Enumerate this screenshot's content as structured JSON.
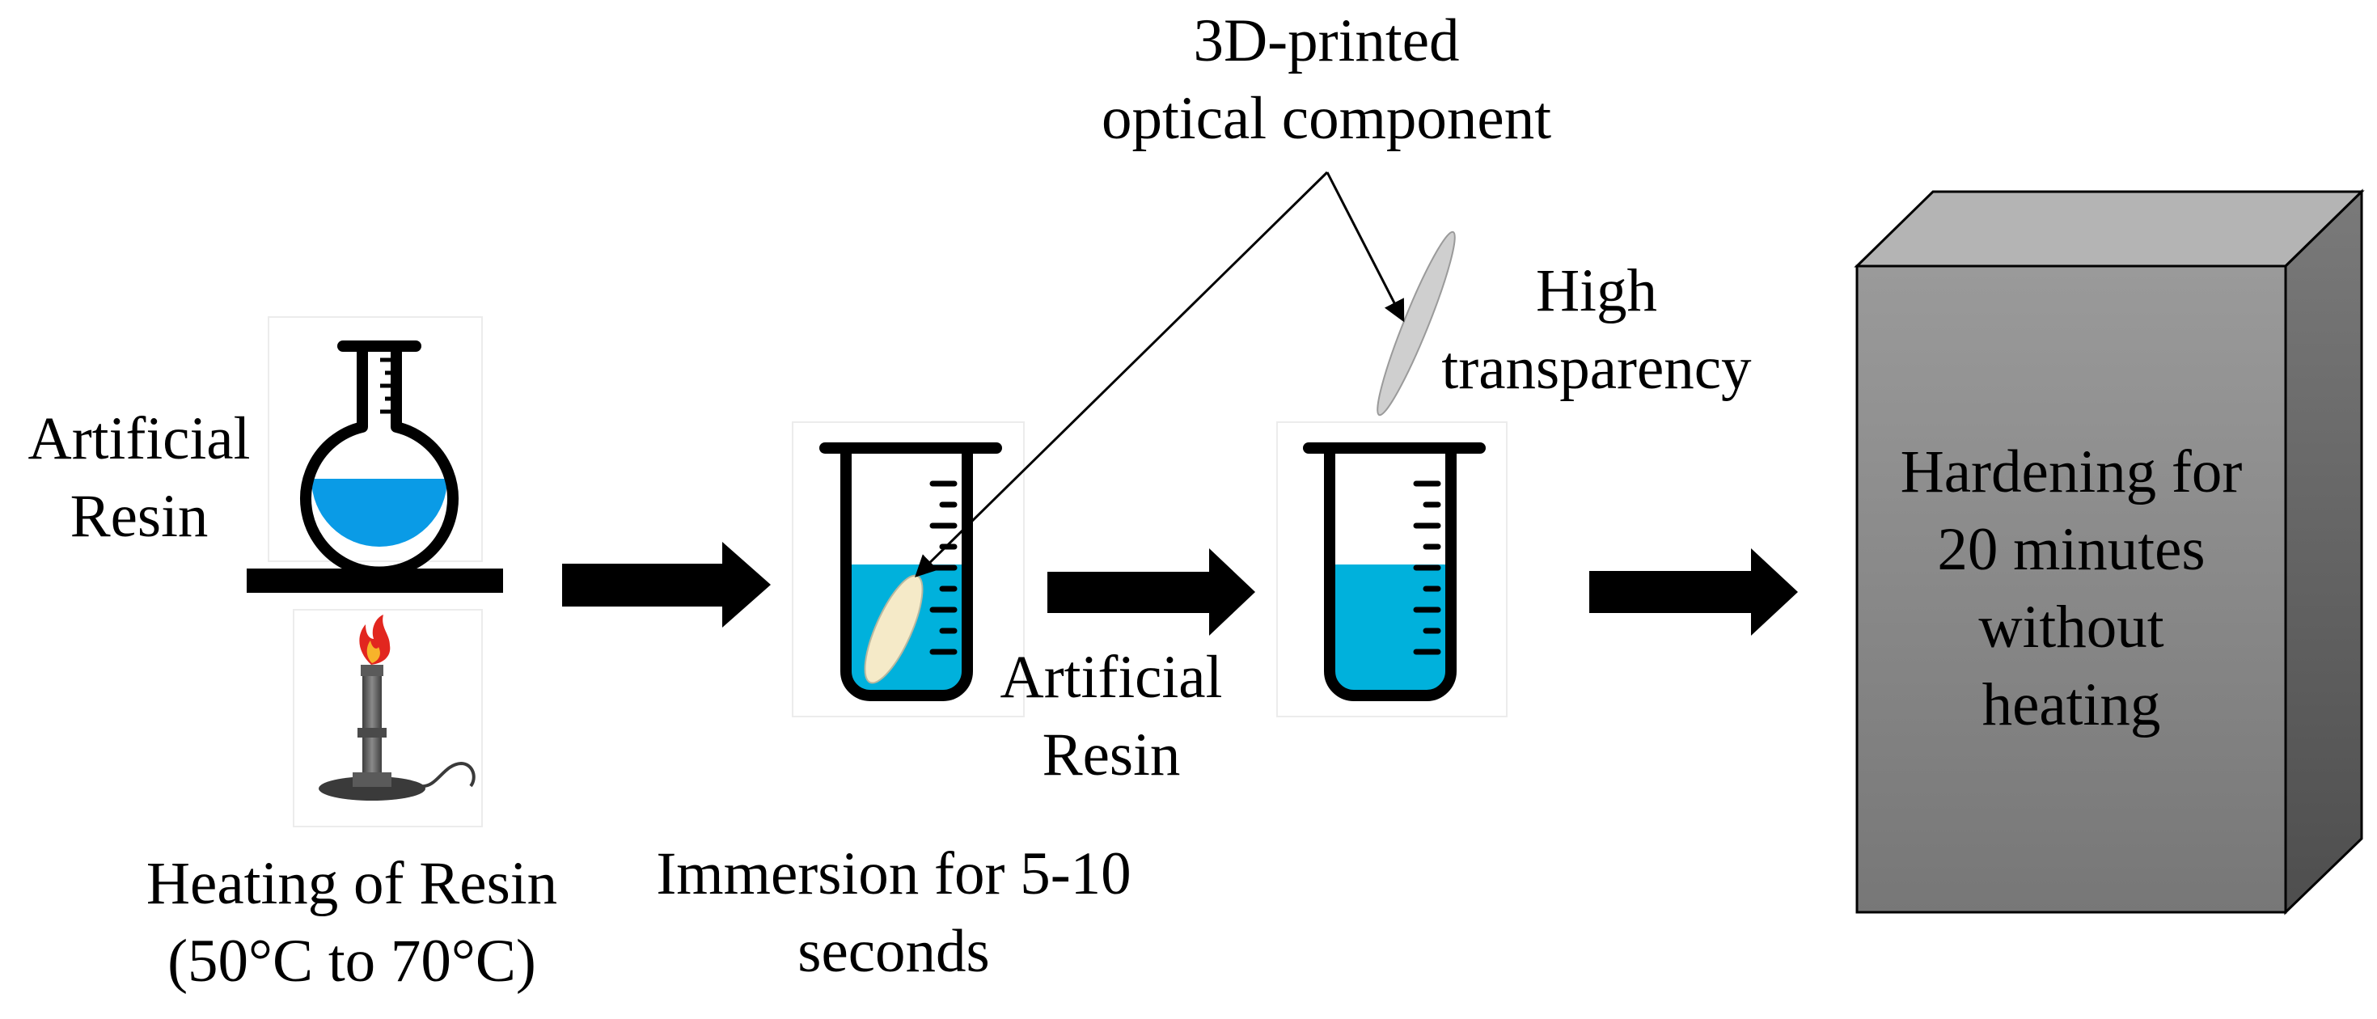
{
  "labels": {
    "resin_flask": [
      "Artificial",
      "Resin"
    ],
    "heating": [
      "Heating of Resin",
      "(50°C to 70°C)"
    ],
    "immersion": [
      "Immersion for 5-10",
      "seconds"
    ],
    "resin_beaker": [
      "Artificial",
      "Resin"
    ],
    "component": [
      "3D-printed",
      "optical component"
    ],
    "transparency": [
      "High",
      "transparency"
    ],
    "hardening": [
      "Hardening for",
      "20 minutes",
      "without",
      "heating"
    ]
  },
  "colors": {
    "flask_liquid": "#0a9be6",
    "beaker_liquid": "#00b1dc",
    "component_in_resin": "#f5eac8",
    "component_out": "#cfcfcf",
    "box_front": "#8e8e8e",
    "box_top": "#b4b4b4",
    "box_side": "#6a6a6a",
    "flame_outer": "#e2261f",
    "flame_inner": "#f7b32b"
  },
  "icons": [
    "round-bottom-flask-icon",
    "bunsen-burner-icon",
    "beaker-icon",
    "arrow-right-icon",
    "oven-box-icon"
  ]
}
